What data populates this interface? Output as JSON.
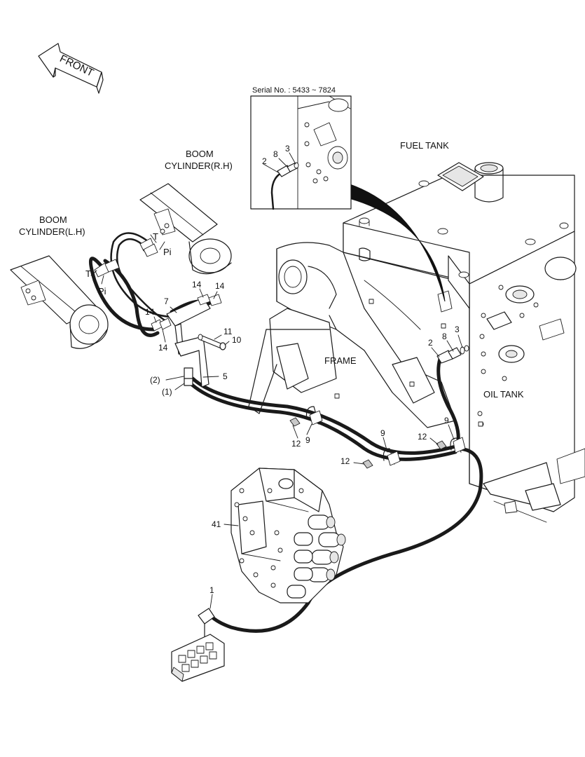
{
  "front_arrow": {
    "label": "FRONT"
  },
  "inset": {
    "serial_label": "Serial No. : 5433 ~ 7824",
    "callouts": [
      "2",
      "8",
      "3"
    ]
  },
  "components": {
    "fuel_tank": "FUEL TANK",
    "oil_tank": "OIL TANK",
    "frame": "FRAME",
    "boom_rh_line1": "BOOM",
    "boom_rh_line2": "CYLINDER(R.H)",
    "boom_lh_line1": "BOOM",
    "boom_lh_line2": "CYLINDER(L.H)"
  },
  "port_labels": {
    "t_upper": "T",
    "pi_upper": "Pi",
    "t_lower": "T",
    "pi_lower": "Pi"
  },
  "callouts": {
    "c14a": "14",
    "c14b": "14",
    "c14c": "14",
    "c14d": "14",
    "c7": "7",
    "c11": "11",
    "c10": "10",
    "c5": "5",
    "c2p": "(2)",
    "c1p": "(1)",
    "c2": "2",
    "c8": "8",
    "c3": "3",
    "c9a": "9",
    "c9b": "9",
    "c9c": "9",
    "c12a": "12",
    "c12b": "12",
    "c12c": "12",
    "c41": "41",
    "c1": "1"
  }
}
